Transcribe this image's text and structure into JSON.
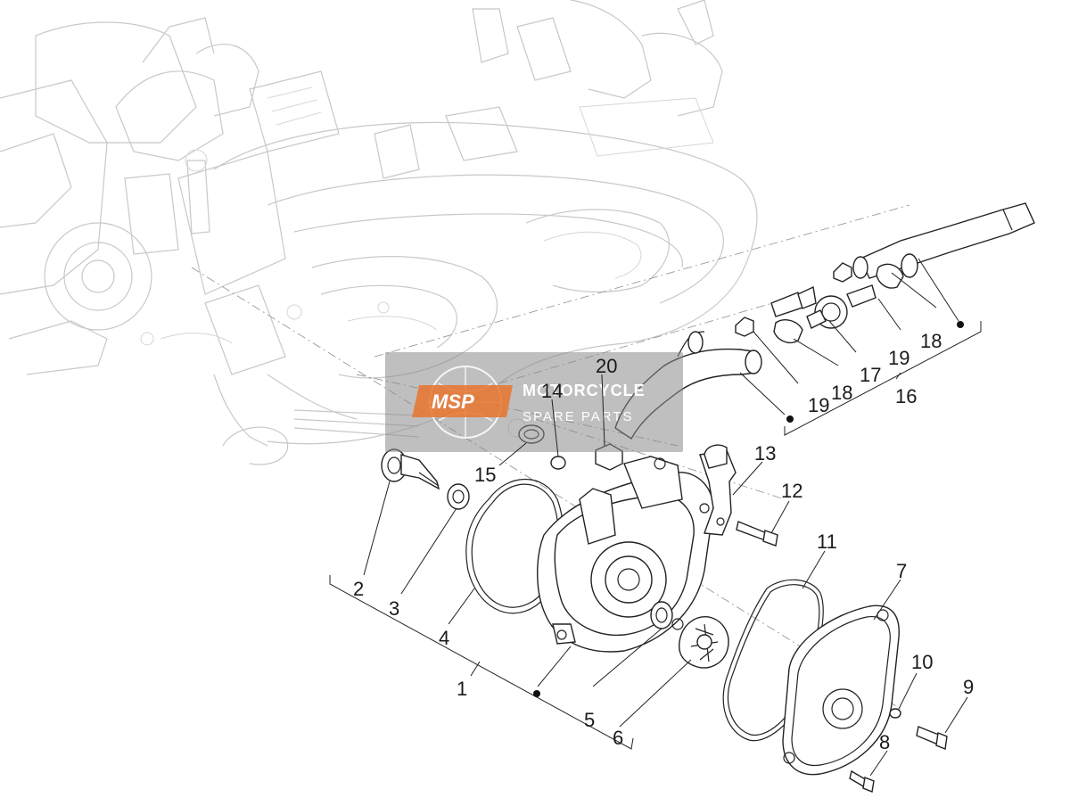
{
  "diagram": {
    "part_labels": [
      "1",
      "2",
      "3",
      "4",
      "5",
      "6",
      "7",
      "8",
      "9",
      "10",
      "11",
      "12",
      "13",
      "14",
      "15",
      "16",
      "17",
      "18",
      "18",
      "19",
      "19",
      "20"
    ]
  },
  "watermark": {
    "logo": "MSP",
    "line1": "MOTORCYCLE",
    "line2": "SPARE PARTS"
  },
  "colors": {
    "line": "#222222",
    "engine_ghost": "#c8c8c8",
    "watermark_accent": "#e8742e"
  }
}
